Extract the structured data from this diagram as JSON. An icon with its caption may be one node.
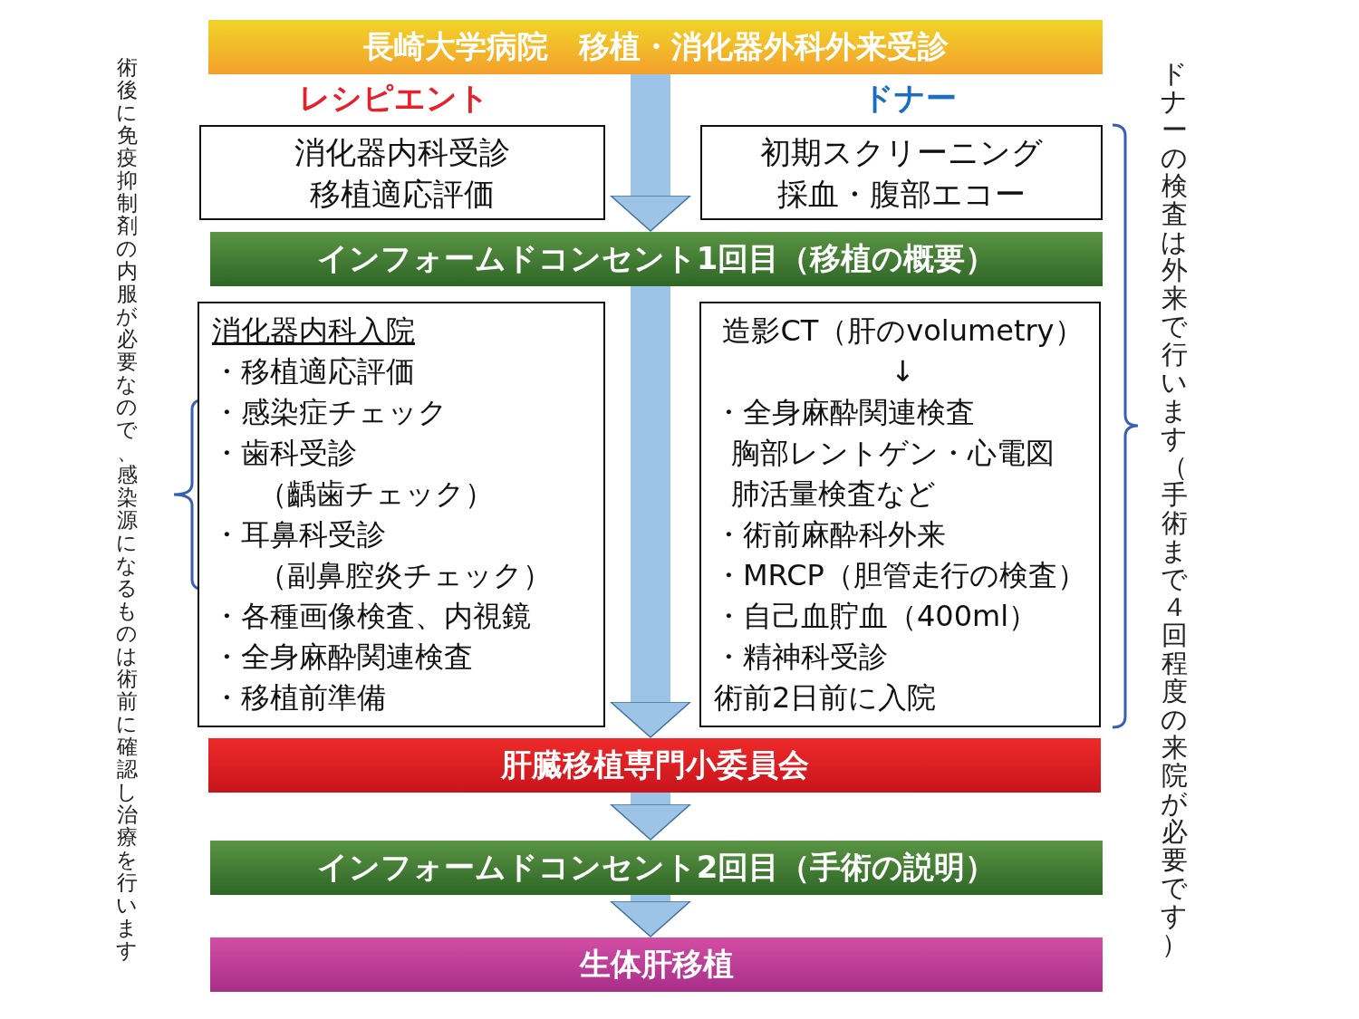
{
  "diagram": {
    "nodes": [
      {
        "text": [
          "長崎大学病院　移植・消化器外科外来受診"
        ]
      },
      {
        "text": [
          "消化器内科受診移植適応評価"
        ]
      },
      {
        "text": [
          "初期スクリーニング採血・腹部エコー"
        ]
      },
      {
        "text": [
          "インフォームドコンセント1回目（移植の概要）"
        ]
      },
      {
        "text": [
          "消化器内科入院",
          "・移植適応評価",
          "・感染症チェック",
          "・歯科受診（齲歯チェック）",
          "・耳鼻科受診（副鼻腔炎チェック）",
          "・各種画像検査、内視鏡",
          "・全身麻酔関連検査",
          "・移植前準備"
        ]
      },
      {
        "text": [
          "造影CT（肝のvolumetry）",
          "↓",
          "・全身麻酔関連検査胸部レントゲン・心電図肺活量検査など",
          "・術前麻酔科外来",
          "・MRCP（胆管走行の検査）",
          "・自己血貯血（400ml）",
          "・精神科受診",
          "術前2日前に入院"
        ]
      },
      {
        "text": [
          "肝臓移植専門小委員会"
        ]
      },
      {
        "text": [
          "インフォームドコンセント2回目（手術の説明）"
        ]
      },
      {
        "text": [
          "生体肝移植"
        ]
      }
    ],
    "edges": [
      {
        "from": 0,
        "to": 3,
        "arrow": "to"
      },
      {
        "from": 3,
        "to": 6,
        "arrow": "to"
      },
      {
        "from": 6,
        "to": 7,
        "arrow": "to"
      },
      {
        "from": 7,
        "to": 8,
        "arrow": "to"
      }
    ],
    "labels": [
      "レシピエント",
      "ドナー",
      "術後に免疫抑制剤の内服が必要なので、感染源になるものは術前に確認し治療を行います",
      "ドナーの検査は外来で行います（手術まで４回程度の来院が必要です）"
    ]
  }
}
